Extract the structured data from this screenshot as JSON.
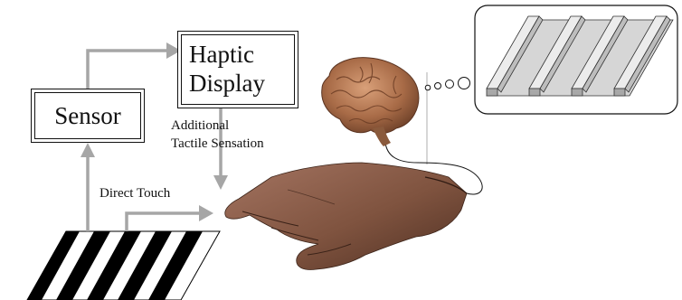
{
  "sensor_box": {
    "label": "Sensor"
  },
  "haptic_display_box": {
    "line1": "Haptic",
    "line2": "Display"
  },
  "labels": {
    "additional": "Additional",
    "tactile_sensation": "Tactile Sensation",
    "direct_touch": "Direct Touch"
  },
  "colors": {
    "arrow": "#a6a6a6",
    "outline": "#111111",
    "stripe": "#000000",
    "ridge_top": "#e2e2e2",
    "ridge_side": "#b8b8b8",
    "hand": "#8b5e4a",
    "brain": "#b07a55"
  },
  "icons": {
    "striped_surface": "striped-surface-icon",
    "hand": "hand-icon",
    "brain": "brain-icon",
    "thought_bubble": "thought-bubble-icon",
    "ridged_surface": "ridged-surface-icon"
  }
}
